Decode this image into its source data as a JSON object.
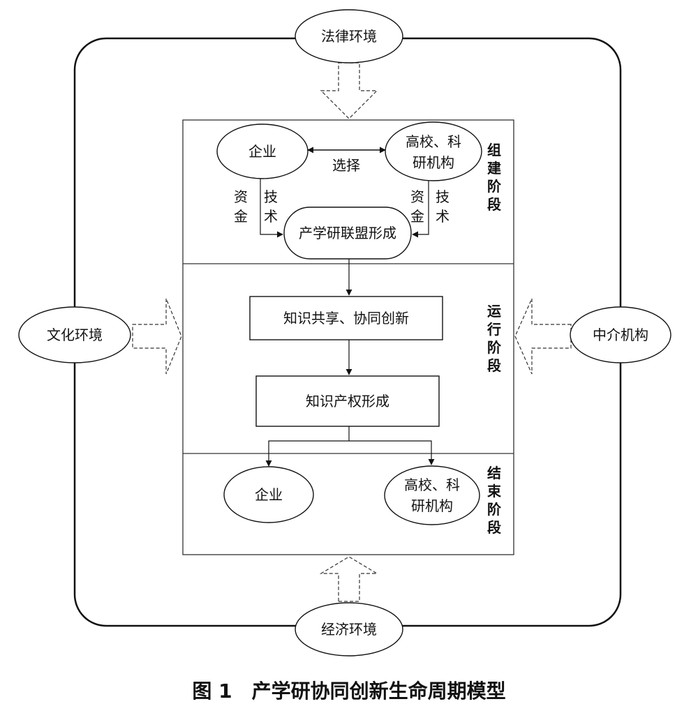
{
  "environments": {
    "top": "法律环境",
    "left": "文化环境",
    "right": "中介机构",
    "bottom": "经济环境"
  },
  "stages": {
    "formation": "组建阶段",
    "operation": "运行阶段",
    "end": "结束阶段"
  },
  "formation": {
    "enterprise": "企业",
    "university_line1": "高校、科",
    "university_line2": "研机构",
    "select": "选择",
    "left_funding": "资金",
    "left_tech": "技术",
    "right_funding": "资金",
    "right_tech": "技术",
    "alliance": "产学研联盟形成"
  },
  "operation": {
    "knowledge_sharing": "知识共享、协同创新",
    "ip_formation": "知识产权形成"
  },
  "end": {
    "enterprise": "企业",
    "university_line1": "高校、科",
    "university_line2": "研机构"
  },
  "caption": "图 1　产学研协同创新生命周期模型"
}
